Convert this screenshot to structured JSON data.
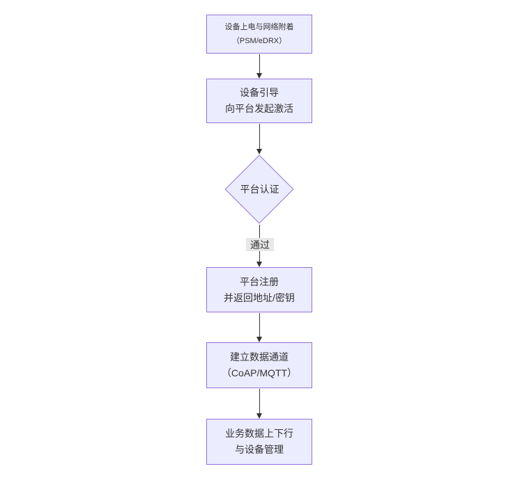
{
  "diagram": {
    "type": "flowchart-top-down",
    "colors": {
      "background": "#ffffff",
      "node_fill": "#ECECFF",
      "node_border": "#9370DB",
      "text": "#333333",
      "edge": "#333333",
      "edge_label_bg": "#e8e8e8"
    },
    "nodes": [
      {
        "id": "power-attach",
        "shape": "rect",
        "lines": [
          "设备上电与网络附着",
          "（PSM/eDRX）"
        ]
      },
      {
        "id": "bootstrap",
        "shape": "rect",
        "lines": [
          "设备引导",
          "向平台发起激活"
        ]
      },
      {
        "id": "platform-auth",
        "shape": "diamond",
        "lines": [
          "平台认证"
        ]
      },
      {
        "id": "platform-register",
        "shape": "rect",
        "lines": [
          "平台注册",
          "并返回地址/密钥"
        ]
      },
      {
        "id": "data-channel",
        "shape": "rect",
        "lines": [
          "建立数据通道",
          "（CoAP/MQTT）"
        ]
      },
      {
        "id": "business-data",
        "shape": "rect",
        "lines": [
          "业务数据上下行",
          "与设备管理"
        ]
      }
    ],
    "edges": [
      {
        "from": "power-attach",
        "to": "bootstrap",
        "label": ""
      },
      {
        "from": "bootstrap",
        "to": "platform-auth",
        "label": ""
      },
      {
        "from": "platform-auth",
        "to": "platform-register",
        "label": "通过"
      },
      {
        "from": "platform-register",
        "to": "data-channel",
        "label": ""
      },
      {
        "from": "data-channel",
        "to": "business-data",
        "label": ""
      }
    ]
  }
}
